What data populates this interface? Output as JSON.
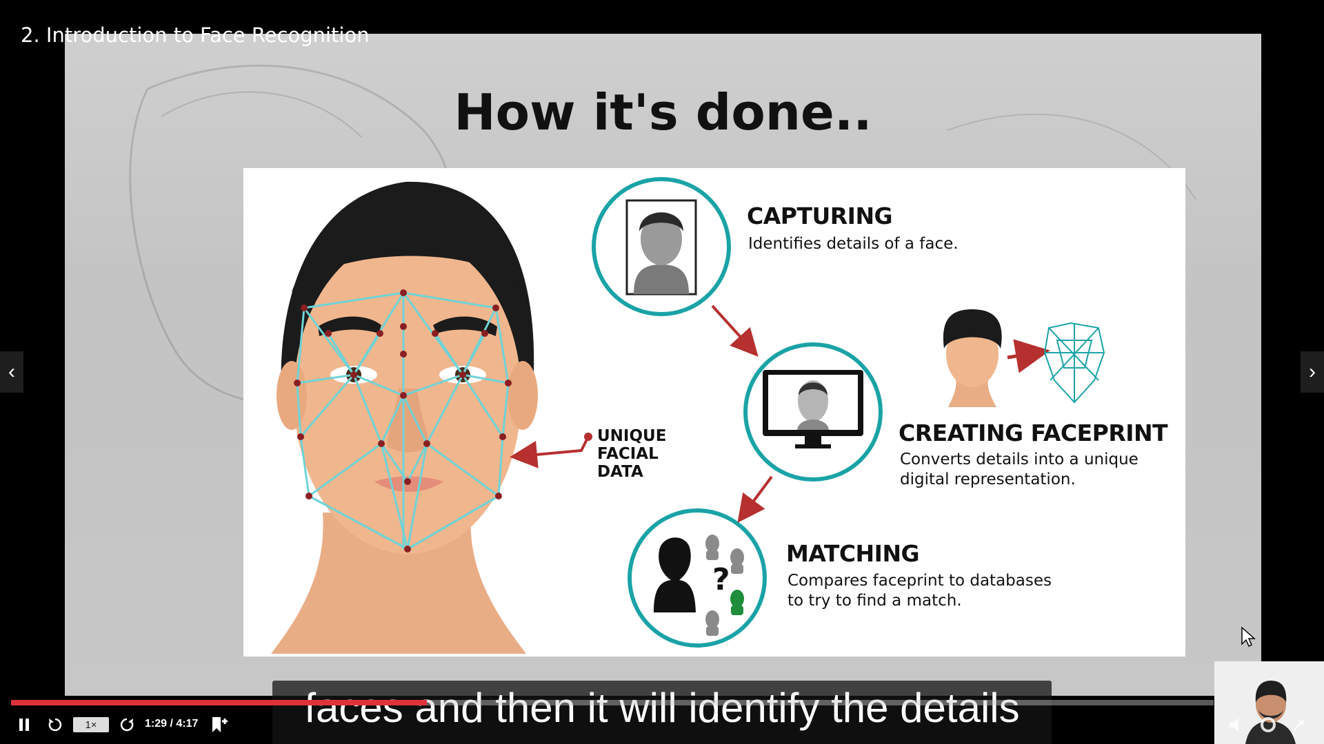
{
  "window": {
    "title": "2. Introduction to Face Recognition"
  },
  "slide": {
    "heading": "How it's done..",
    "unique_label": [
      "UNIQUE",
      "FACIAL",
      "DATA"
    ],
    "steps": [
      {
        "title": "CAPTURING",
        "desc": [
          "Identifies details of a face."
        ]
      },
      {
        "title": "CREATING FACEPRINT",
        "desc": [
          "Converts details into a unique",
          "digital representation."
        ]
      },
      {
        "title": "MATCHING",
        "desc": [
          "Compares faceprint to databases",
          "to try to find a match."
        ]
      }
    ],
    "match_symbol": "?"
  },
  "player": {
    "subtitle": "faces and then it will identify the details",
    "speed": "1×",
    "time": "1:29 / 4:17",
    "progress": 0.346,
    "nav_prev": "‹",
    "nav_next": "›"
  },
  "icons": [
    "pause-icon",
    "rewind-icon",
    "forward-icon",
    "bookmark-add-icon",
    "volume-icon",
    "settings-icon",
    "expand-icon",
    "prev-arrow-icon",
    "next-arrow-icon",
    "cursor-icon"
  ],
  "colors": {
    "accent": "#e0323b",
    "teal": "#1aa3a6",
    "mesh": "#6fd3d6",
    "arrow": "#b5302f"
  }
}
